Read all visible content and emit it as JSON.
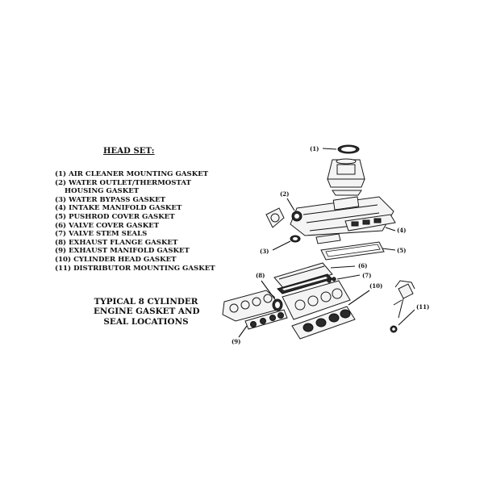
{
  "legend": {
    "heading": "HEAD SET:",
    "items": [
      {
        "text": "(1) AIR CLEANER MOUNTING GASKET"
      },
      {
        "text": "(2) WATER OUTLET/THERMOSTAT",
        "cont": "HOUSING GASKET"
      },
      {
        "text": "(3) WATER BYPASS GASKET"
      },
      {
        "text": "(4) INTAKE MANIFOLD GASKET"
      },
      {
        "text": "(5) PUSHROD COVER GASKET"
      },
      {
        "text": "(6) VALVE COVER GASKET"
      },
      {
        "text": "(7) VALVE STEM SEALS"
      },
      {
        "text": "(8) EXHAUST FLANGE GASKET"
      },
      {
        "text": "(9) EXHAUST MANIFOLD GASKET"
      },
      {
        "text": "(10) CYLINDER HEAD GASKET"
      },
      {
        "text": "(11) DISTRIBUTOR MOUNTING GASKET"
      }
    ]
  },
  "caption": {
    "line1": "TYPICAL 8 CYLINDER",
    "line2": "ENGINE GASKET AND",
    "line3": "SEAL LOCATIONS"
  },
  "callouts": {
    "c1": "(1)",
    "c2": "(2)",
    "c3": "(3)",
    "c4": "(4)",
    "c5": "(5)",
    "c6": "(6)",
    "c7": "(7)",
    "c8": "(8)",
    "c9": "(9)",
    "c10": "(10)",
    "c11": "(11)"
  }
}
